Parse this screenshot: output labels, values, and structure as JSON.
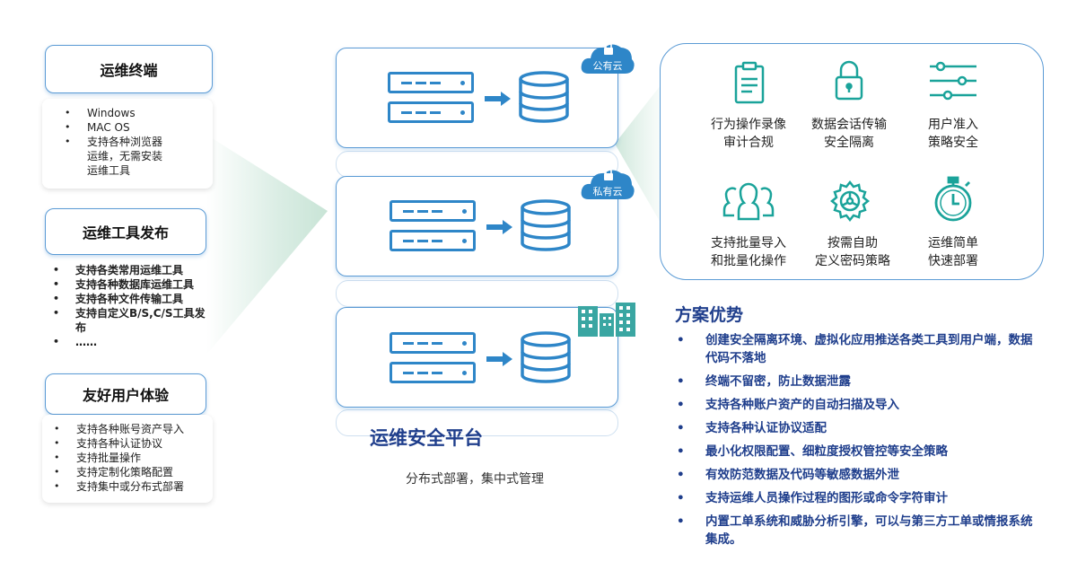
{
  "left": {
    "terminal": {
      "title": "运维终端",
      "items": [
        "Windows",
        "MAC OS",
        "支持各种浏览器\n运维，无需安装\n运维工具"
      ]
    },
    "tools": {
      "title": "运维工具发布",
      "items": [
        "支持各类常用运维工具",
        "支持各种数据库运维工具",
        "支持各种文件传输工具",
        "支持自定义B/S,C/S工具发\n布",
        "……"
      ]
    },
    "ux": {
      "title": "友好用户体验",
      "items": [
        "支持各种账号资产导入",
        "支持各种认证协议",
        "支持批量操作",
        "支持定制化策略配置",
        "支持集中或分布式部署"
      ]
    }
  },
  "center": {
    "public_cloud_label": "公有云",
    "private_cloud_label": "私有云",
    "title": "运维安全平台",
    "subtitle": "分布式部署，集中式管理"
  },
  "features": [
    {
      "icon": "clipboard-icon",
      "label": "行为操作录像\n审计合规"
    },
    {
      "icon": "lock-icon",
      "label": "数据会话传输\n安全隔离"
    },
    {
      "icon": "sliders-icon",
      "label": "用户准入\n策略安全"
    },
    {
      "icon": "users-icon",
      "label": "支持批量导入\n和批量化操作"
    },
    {
      "icon": "gear-icon",
      "label": "按需自助\n定义密码策略"
    },
    {
      "icon": "stopwatch-icon",
      "label": "运维简单\n快速部署"
    }
  ],
  "advantages": {
    "title": "方案优势",
    "items": [
      "创建安全隔离环境、虚拟化应用推送各类工具到用户端，数据代码不落地",
      "终端不留密，防止数据泄露",
      "支持各种账户资产的自动扫描及导入",
      "支持各种认证协议适配",
      "最小化权限配置、细粒度授权管控等安全策略",
      "有效防范数据及代码等敏感数据外泄",
      "支持运维人员操作过程的图形或命令字符审计",
      "内置工单系统和威胁分析引擎，可以与第三方工单或情报系统集成。"
    ]
  },
  "colors": {
    "accent": "#2e86c8",
    "border": "#5b9bd5",
    "icon_green": "#1aa39a",
    "adv_text": "#1f3e8c",
    "glow": "#d6ebe1"
  }
}
